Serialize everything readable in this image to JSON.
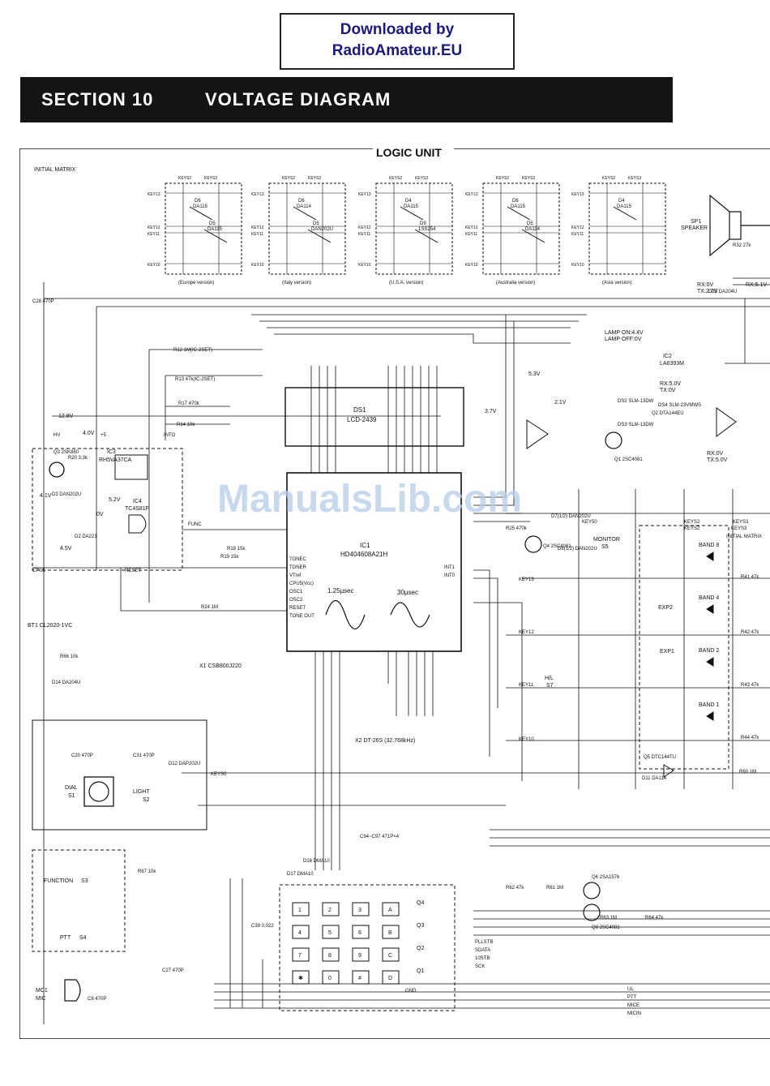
{
  "download": {
    "line1": "Downloaded by",
    "line2": "RadioAmateur.EU"
  },
  "section": {
    "number": "SECTION  10",
    "title": "VOLTAGE DIAGRAM"
  },
  "unit_title": "LOGIC UNIT",
  "watermark": "ManualsLib.com",
  "initial_matrix_label": "INITIAL MATRIX",
  "matrices": [
    {
      "caption": "(Europe version)",
      "diodes": [
        "D6 DA115",
        "D5 DA115"
      ]
    },
    {
      "caption": "(Italy version)",
      "diodes": [
        "D6 DA114",
        "D5 DAN202U"
      ]
    },
    {
      "caption": "(U.S.A. version)",
      "diodes": [
        "D4 DA115",
        "D9 1SS254"
      ]
    },
    {
      "caption": "(Australia version)",
      "diodes": [
        "D6 DA115",
        "D5 DA114"
      ]
    },
    {
      "caption": "(Asia version)",
      "diodes": [
        "D4 DA115"
      ]
    }
  ],
  "key_labels": {
    "top": [
      "KEYS2",
      "KEYS3"
    ],
    "side": [
      "KEY13",
      "KEY12",
      "KEY11",
      "KEY10"
    ]
  },
  "speaker": {
    "ref": "SP1",
    "name": "SPEAKER"
  },
  "ics": {
    "ic1": {
      "ref": "IC1",
      "part": "HD404608A21H"
    },
    "ic2": {
      "ref": "IC2",
      "part": "LA6393M"
    },
    "ic3": {
      "ref": "IC3",
      "part": "RH5VA37CA"
    },
    "ic4": {
      "ref": "IC4",
      "part": "TC4S81F"
    },
    "ds1": {
      "ref": "DS1",
      "part": "LCD-2439"
    }
  },
  "lamp": {
    "on": "LAMP ON:4.4V",
    "off": "LAMP OFF:0V"
  },
  "voltages": [
    "12.8V",
    "4.0V",
    "4.1V",
    "5.2V",
    "0V",
    "4.5V",
    "5.3V",
    "3.7V",
    "2.1V",
    "RX:0V",
    "TX:2.7V",
    "RX:5.0V",
    "TX:0V",
    "RX:0V",
    "TX:5.0V",
    "RX:5.1V"
  ],
  "osc": {
    "fast": "1.25µsec",
    "slow": "30µsec"
  },
  "crystals": {
    "x1": "X1 CSB800J220",
    "x2": "X2 DT-26S (32.768kHz)"
  },
  "ic1_pins": {
    "left": [
      "TONEC",
      "TONER",
      "VTref",
      "CPU5(Vcc)",
      "OSC1",
      "OSC2",
      "RESET",
      "TONE OUT"
    ],
    "right": [
      "INT1",
      "INT0"
    ]
  },
  "bands": [
    "BAND 8",
    "BAND 4",
    "BAND 2",
    "BAND 1"
  ],
  "exps": [
    "EXP2",
    "EXP1"
  ],
  "keys": [
    "KEY13",
    "KEY12",
    "KEY11",
    "KEY10",
    "KEYS0",
    "KEYS2",
    "KEYS3"
  ],
  "switches": [
    {
      "ref": "S1",
      "name": "DIAL"
    },
    {
      "ref": "S2",
      "name": "LIGHT"
    },
    {
      "ref": "S3",
      "name": "FUNCTION"
    },
    {
      "ref": "S4",
      "name": "PTT"
    },
    {
      "ref": "S5",
      "name": "MONITOR"
    },
    {
      "ref": "S7",
      "name": "H/L"
    }
  ],
  "mic": {
    "ref": "MC1",
    "name": "MIC"
  },
  "keypad": [
    "1",
    "2",
    "3",
    "A",
    "4",
    "5",
    "6",
    "B",
    "7",
    "8",
    "9",
    "C",
    "✱",
    "0",
    "#",
    "D"
  ],
  "keypad_rows": [
    "Q4",
    "Q3",
    "Q2",
    "Q1"
  ],
  "bus_labels": [
    "PLLSTB",
    "SDATA",
    "10STB",
    "SCK",
    "GND",
    "UL",
    "PTT",
    "MICE",
    "MICIN"
  ],
  "transistors": [
    "Q1 2SC4081",
    "Q2 DTA144EU",
    "Q3 2SK880",
    "Q4 2SC4081",
    "Q5 DTC144TU",
    "Q6 2SA1576",
    "Q8 2SC4081"
  ],
  "diode_labels": [
    "D3 DAN202U",
    "D2 DA221",
    "D7(1/2) DAN202U",
    "D8(1/2) DAN202U",
    "D11 DA114",
    "D12 DAP202U",
    "D14 DA204U",
    "D15 DA204U",
    "D16 DMA10",
    "D17 DMA10"
  ],
  "leds": [
    "DS2 SLM-13DW",
    "DS3 SLM-13DW",
    "DS4 SLM-23VMWS"
  ],
  "net_labels": [
    "KEY50",
    "KEYS2",
    "KEYS3",
    "INITIAL MATRIX",
    "FUNC",
    "RESET",
    "CPU5",
    "HV",
    "+5",
    "INTO"
  ],
  "resistors": [
    "R12 1M(IC-2SET)",
    "R13 47k(IC-2SET)",
    "R17 470k",
    "R14 10k",
    "R18 15k",
    "R19 15k",
    "R20 3.3k",
    "R24 1M",
    "R25 470k",
    "R66 10k",
    "R67 10k",
    "R41 47k",
    "R42 47k",
    "R43 47k",
    "R44 47k",
    "R60 1M",
    "R62 47k",
    "R61 1M",
    "R63 1M",
    "R64 47k",
    "R32 27k"
  ],
  "capacitors": [
    "C28 470P",
    "C94~C97 471P×4",
    "C39 0.022",
    "C20 470P",
    "C31 470P",
    "C27 470P",
    "C8 470P"
  ],
  "battery": "BT1 CL2020-1VC",
  "colors": {
    "ink": "#111111",
    "banner": "#141414",
    "link": "#1a1a7a",
    "watermark": "#b8cde8"
  }
}
